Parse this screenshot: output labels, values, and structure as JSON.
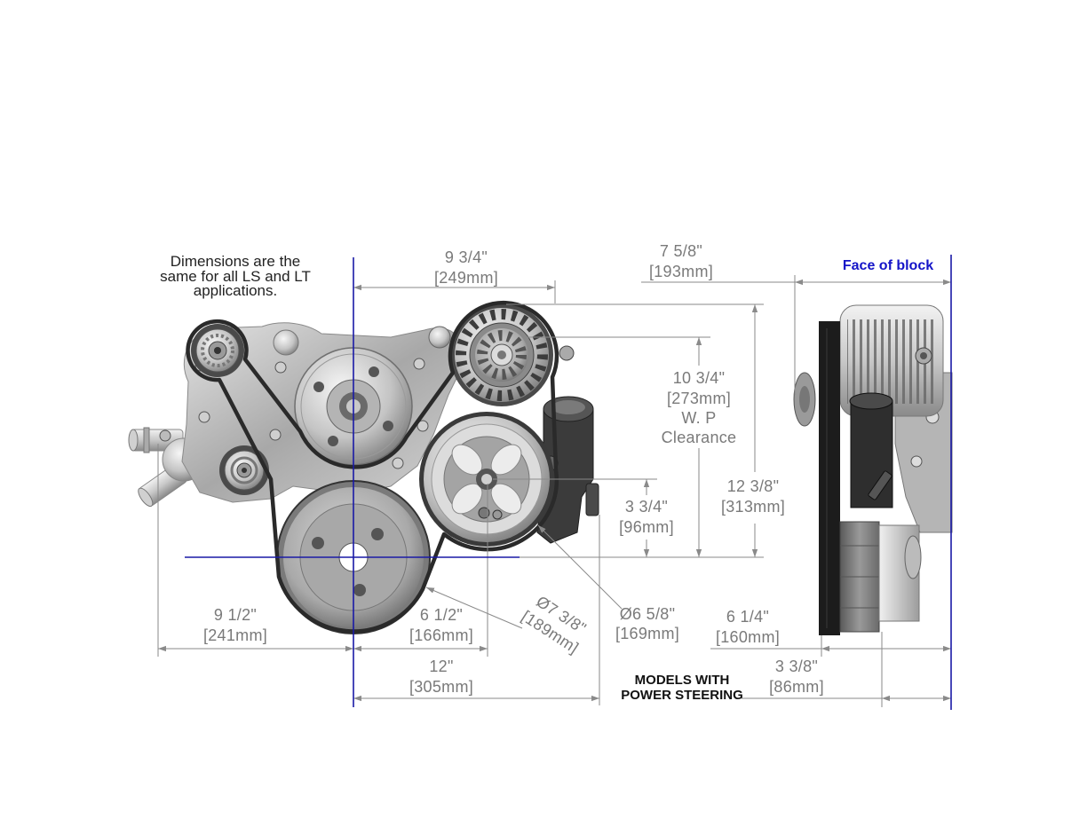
{
  "note": [
    "Dimensions are the",
    "same for all LS and LT",
    "applications."
  ],
  "face_of_block": "Face of block",
  "models_label": [
    "MODELS WITH",
    "POWER STEERING"
  ],
  "dimensions": [
    {
      "imperial": "9 3/4\"",
      "metric": "[249mm]"
    },
    {
      "imperial": "7 5/8\"",
      "metric": "[193mm]"
    },
    {
      "imperial": "10 3/4\"",
      "metric": "[273mm]",
      "note": [
        "W. P",
        "Clearance"
      ]
    },
    {
      "imperial": "12 3/8\"",
      "metric": "[313mm]"
    },
    {
      "imperial": "3 3/4\"",
      "metric": "[96mm]"
    },
    {
      "imperial": "9 1/2\"",
      "metric": "[241mm]"
    },
    {
      "imperial": "6 1/2\"",
      "metric": "[166mm]"
    },
    {
      "imperial": "Ø7 3/8\"",
      "metric": "[189mm]"
    },
    {
      "imperial": "Ø6 5/8\"",
      "metric": "[169mm]"
    },
    {
      "imperial": "6 1/4\"",
      "metric": "[160mm]"
    },
    {
      "imperial": "12\"",
      "metric": "[305mm]"
    },
    {
      "imperial": "3 3/8\"",
      "metric": "[86mm]"
    }
  ],
  "colors": {
    "reference_line": "#1a1aa6",
    "dimension_line": "#8a8a8a",
    "face_label": "#1414c8",
    "belt": "#2a2a2a"
  }
}
